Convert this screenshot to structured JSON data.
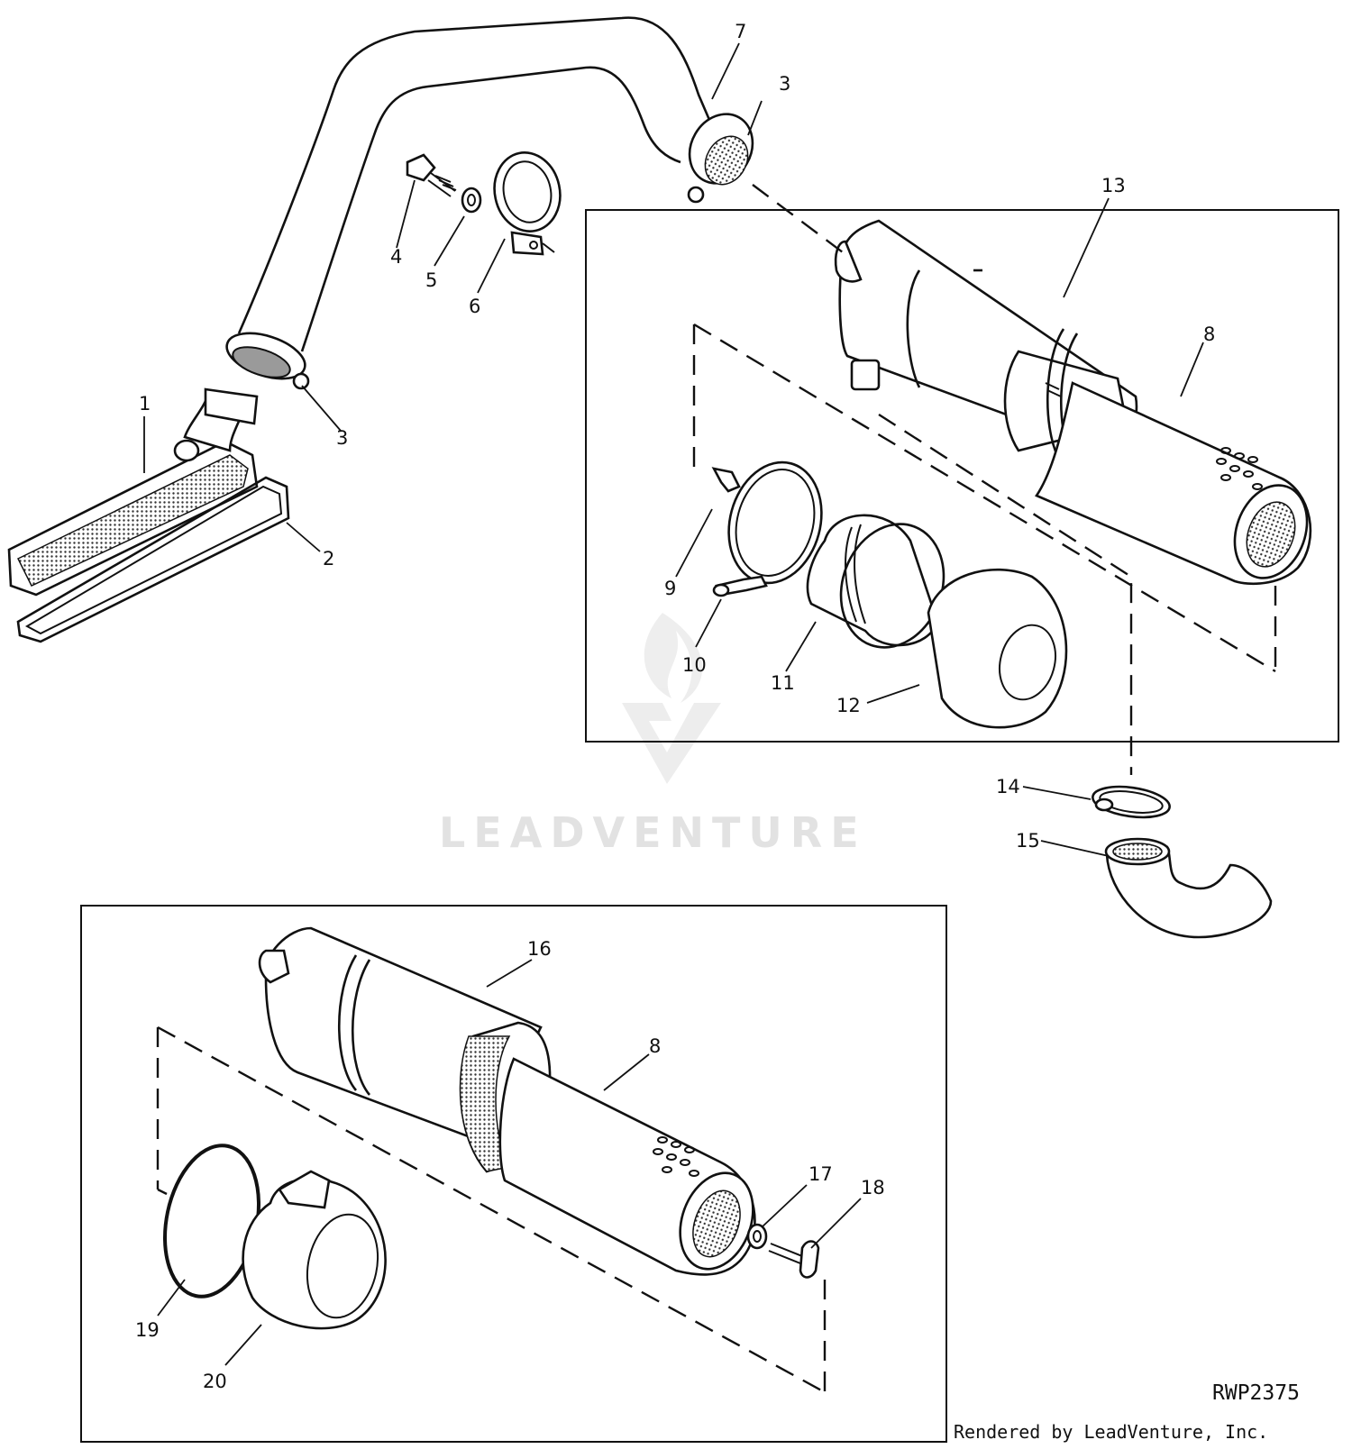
{
  "diagram": {
    "reference_code": "RWP2375",
    "credit": "Rendered by LeadVenture, Inc.",
    "watermark": "LEADVENTURE",
    "callouts": {
      "c1": "1",
      "c2": "2",
      "c3a": "3",
      "c3b": "3",
      "c4": "4",
      "c5": "5",
      "c6": "6",
      "c7": "7",
      "c8a": "8",
      "c8b": "8",
      "c9": "9",
      "c10": "10",
      "c11": "11",
      "c12": "12",
      "c13": "13",
      "c14": "14",
      "c15": "15",
      "c16": "16",
      "c17": "17",
      "c18": "18",
      "c19": "19",
      "c20": "20"
    }
  }
}
